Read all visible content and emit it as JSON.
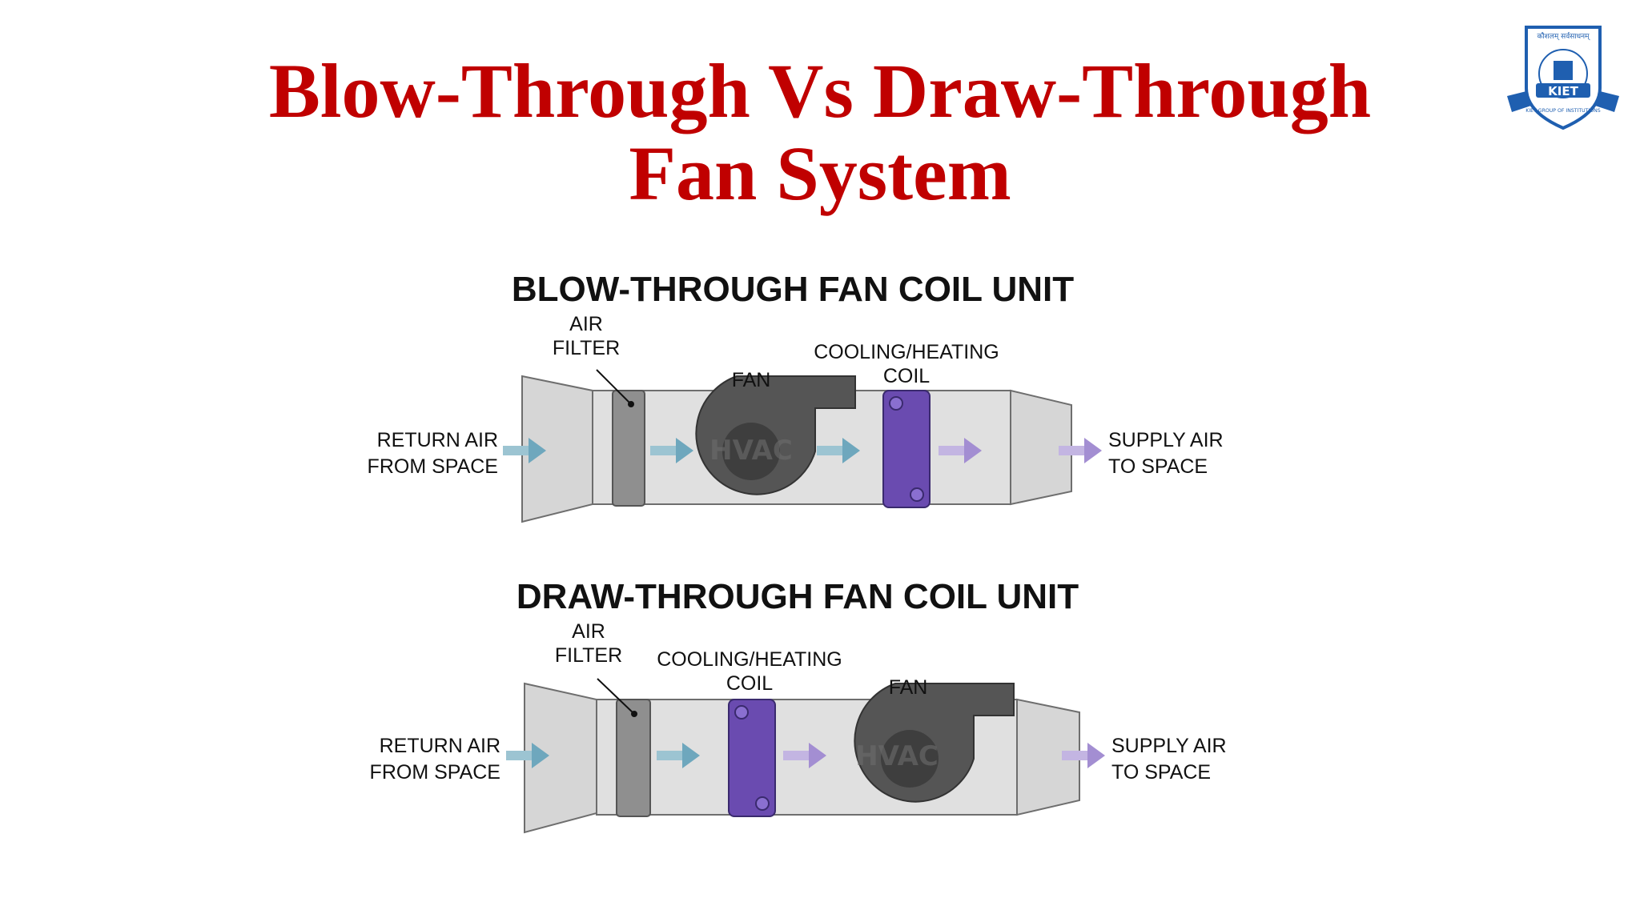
{
  "slide": {
    "title_line1": "Blow-Through Vs Draw-Through",
    "title_line2": "Fan System"
  },
  "logo": {
    "motto": "कौशलम् सर्वसाधनम्",
    "name": "KIET",
    "ring_text": "KIET GROUP OF INSTITUTIONS"
  },
  "blow_through": {
    "heading": "BLOW-THROUGH FAN COIL UNIT",
    "air_filter": [
      "AIR",
      "FILTER"
    ],
    "fan": "FAN",
    "coil": [
      "COOLING/HEATING",
      "COIL"
    ],
    "return_air": [
      "RETURN AIR",
      "FROM SPACE"
    ],
    "supply_air": [
      "SUPPLY AIR",
      "TO SPACE"
    ],
    "watermark": "HVAC"
  },
  "draw_through": {
    "heading": "DRAW-THROUGH FAN COIL UNIT",
    "air_filter": [
      "AIR",
      "FILTER"
    ],
    "coil": [
      "COOLING/HEATING",
      "COIL"
    ],
    "fan": "FAN",
    "return_air": [
      "RETURN AIR",
      "FROM SPACE"
    ],
    "supply_air": [
      "SUPPLY AIR",
      "TO SPACE"
    ],
    "watermark": "HVAC"
  },
  "colors": {
    "title": "#c00000",
    "casing": "#d8d8d8",
    "casing_stroke": "#6e6e6e",
    "filter": "#8f8f8f",
    "fan": "#555555",
    "coil": "#6a4bb0",
    "arrow_blue": "#7ab0c4",
    "arrow_purple": "#a890d0",
    "logo_blue": "#1f5fb0"
  }
}
